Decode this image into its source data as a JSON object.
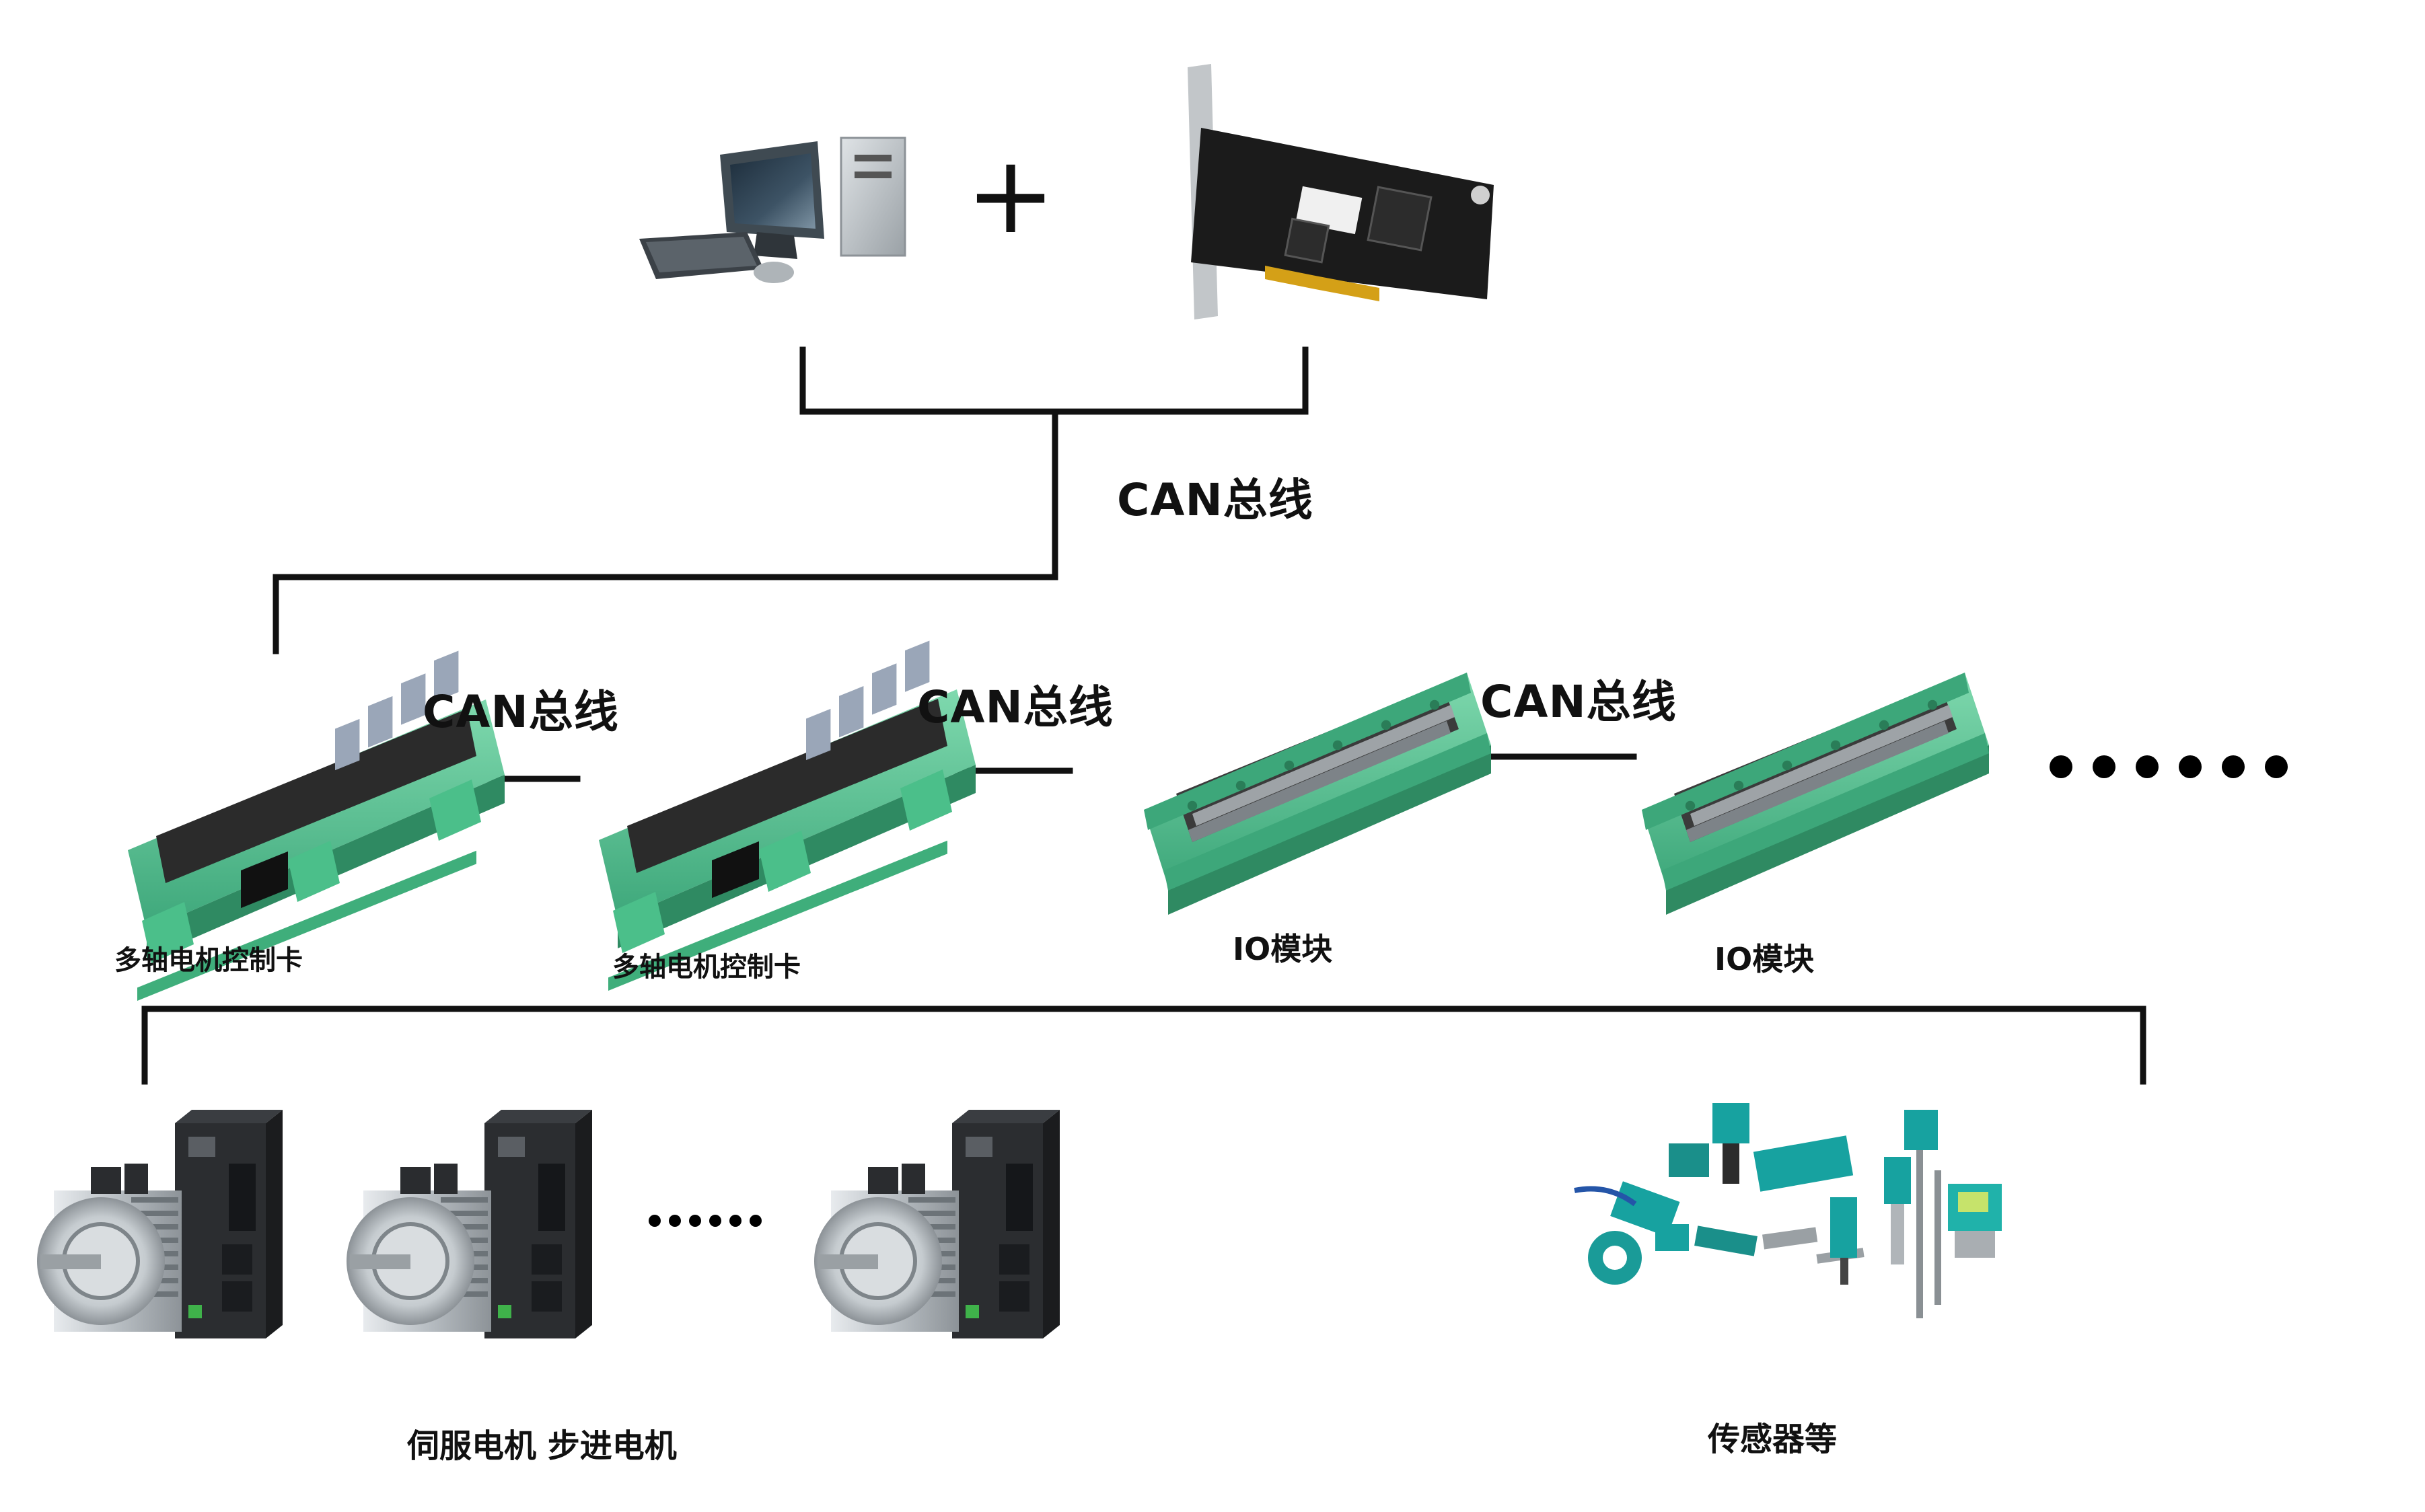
{
  "plus_sign": "+",
  "bus_labels": [
    "CAN总线",
    "CAN总线",
    "CAN总线",
    "CAN总线"
  ],
  "node_labels": [
    "多轴电机控制卡",
    "多轴电机控制卡",
    "IO模块",
    "IO模块"
  ],
  "bottom_labels": {
    "motors": "伺服电机 步进电机",
    "sensors": "传感器等"
  },
  "colors": {
    "line": "#111111",
    "board_green": "#5dc495",
    "pcb_dark": "#2a2a2a",
    "teal": "#17a2a0",
    "motor_silver": "#c9ced2",
    "drive_black": "#2b2d30"
  }
}
